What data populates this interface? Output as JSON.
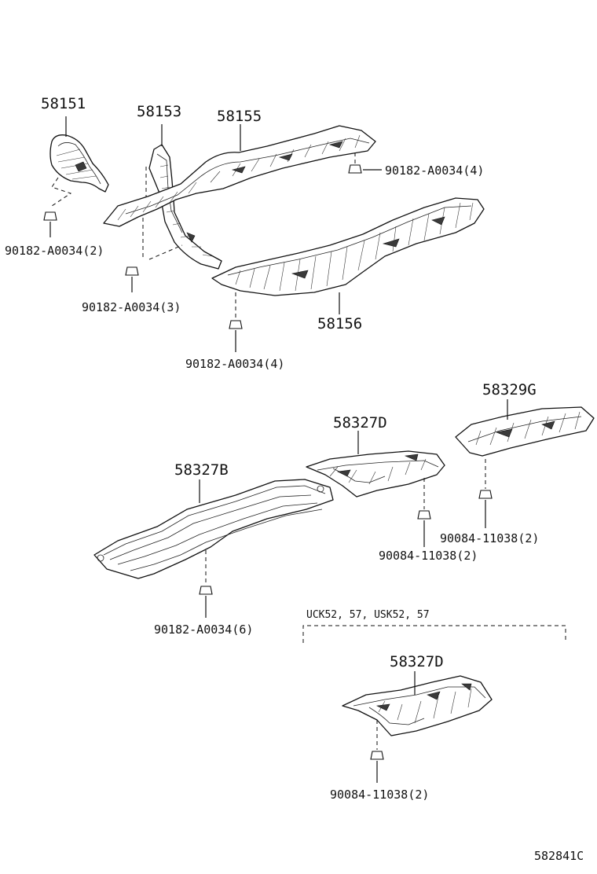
{
  "diagram": {
    "parts": {
      "p58151": "58151",
      "p58153": "58153",
      "p58155": "58155",
      "p58156": "58156",
      "p58329g": "58329G",
      "p58327d_top": "58327D",
      "p58327b": "58327B",
      "p58327d_bottom": "58327D"
    },
    "fasteners": {
      "f_a2": "90182-A0034(2)",
      "f_a3": "90182-A0034(3)",
      "f_a4_left": "90182-A0034(4)",
      "f_a4_right": "90182-A0034(4)",
      "f_a6": "90182-A0034(6)",
      "f_b2_mid": "90084-11038(2)",
      "f_b2_right": "90084-11038(2)",
      "f_b2_bottom": "90084-11038(2)"
    },
    "variant_note": "UCK52, 57, USK52, 57",
    "figure_code": "582841C"
  }
}
